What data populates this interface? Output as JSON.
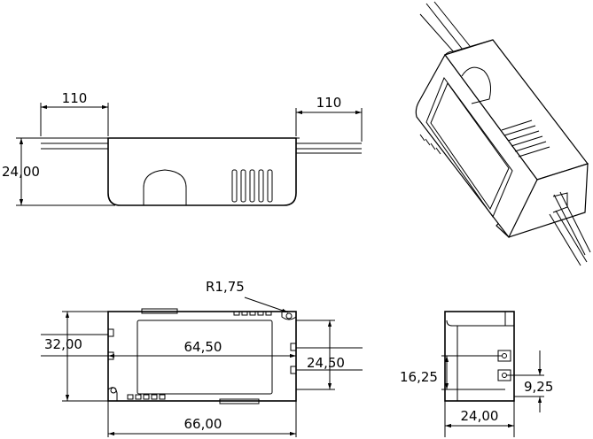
{
  "side_view": {
    "left_wire_length": "110",
    "right_wire_length": "110",
    "height": "24,00"
  },
  "top_view": {
    "corner_radius": "R1,75",
    "width": "32,00",
    "inner_length": "64,50",
    "wire_spacing": "24,50",
    "overall_length": "66,00"
  },
  "end_view": {
    "outer_offset": "16,25",
    "inner_offset": "9,25",
    "width": "24,00"
  }
}
